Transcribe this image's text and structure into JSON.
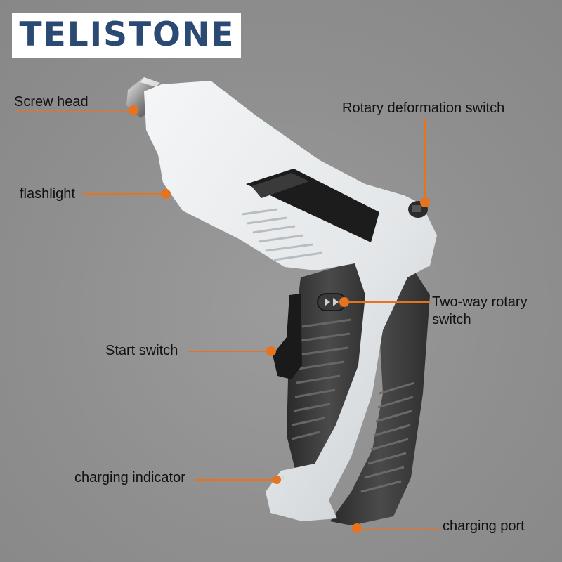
{
  "brand": {
    "name": "TELISTONE",
    "color": "#2b4a73"
  },
  "accent_color": "#e8731e",
  "labels": {
    "screw_head": "Screw head",
    "rotary_deformation_switch": "Rotary deformation switch",
    "flashlight": "flashlight",
    "two_way_rotary_line1": "Two-way rotary",
    "two_way_rotary_line2": "switch",
    "start_switch": "Start switch",
    "charging_indicator": "charging indicator",
    "charging_port": "charging port"
  }
}
